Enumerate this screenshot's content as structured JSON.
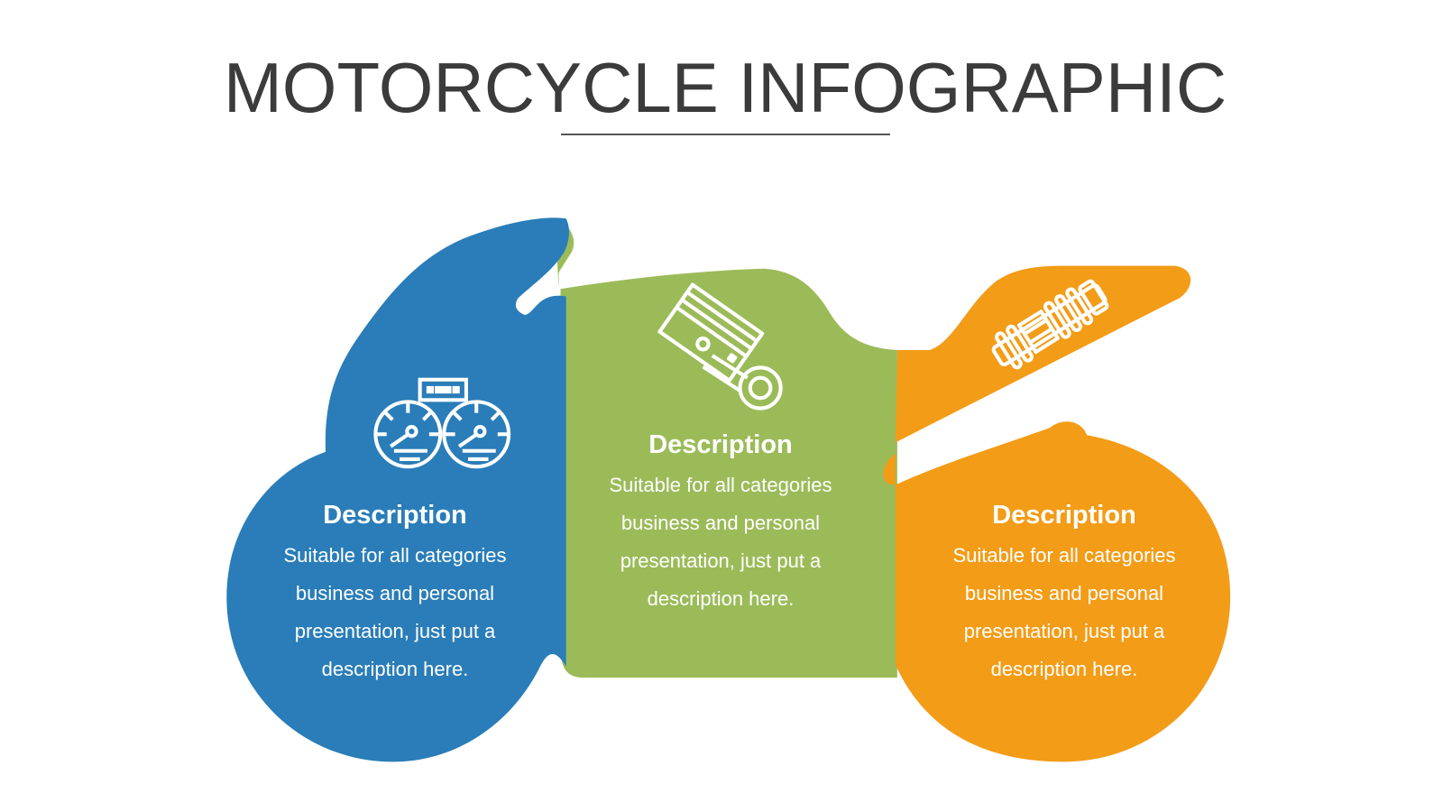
{
  "title": "MOTORCYCLE INFOGRAPHIC",
  "colors": {
    "blue": "#2a7db8",
    "green": "#9bbb59",
    "orange": "#f39c17",
    "title": "#3b3b3b",
    "background": "#ffffff"
  },
  "sections": [
    {
      "color": "blue",
      "icon": "speedometer-gauges-icon",
      "heading": "Description",
      "lines": [
        "Suitable for all categories",
        "business and personal",
        "presentation, just put a",
        "description here."
      ]
    },
    {
      "color": "green",
      "icon": "engine-piston-icon",
      "heading": "Description",
      "lines": [
        "Suitable for all categories",
        "business and personal",
        "presentation, just put a",
        "description here."
      ]
    },
    {
      "color": "orange",
      "icon": "shock-absorber-icon",
      "heading": "Description",
      "lines": [
        "Suitable for all categories",
        "business and personal",
        "presentation, just put a",
        "description here."
      ]
    }
  ]
}
